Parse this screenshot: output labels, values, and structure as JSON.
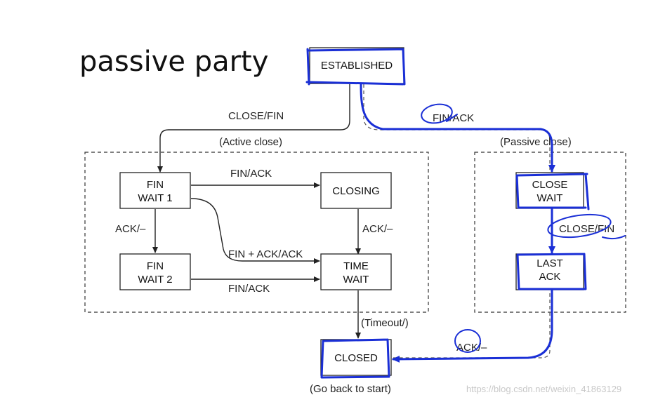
{
  "title": "passive party",
  "states": {
    "established": "ESTABLISHED",
    "fin_wait_1": [
      "FIN",
      "WAIT 1"
    ],
    "fin_wait_2": [
      "FIN",
      "WAIT 2"
    ],
    "closing": "CLOSING",
    "time_wait": [
      "TIME",
      "WAIT"
    ],
    "closed": "CLOSED",
    "close_wait": [
      "CLOSE",
      "WAIT"
    ],
    "last_ack": [
      "LAST",
      "ACK"
    ]
  },
  "labels": {
    "close_fin_active": "CLOSE/FIN",
    "active_close": "(Active close)",
    "passive_close": "(Passive close)",
    "fin_ack_passive": "FIN/ACK",
    "fin_ack_closing": "FIN/ACK",
    "ack_fw1": "ACK/–",
    "ack_closing": "ACK/–",
    "fin_ack_ack": "FIN + ACK/ACK",
    "fin_ack_fw2": "FIN/ACK",
    "timeout": "(Timeout/)",
    "close_fin_passive": "CLOSE/FIN",
    "ack_last": "ACK/–",
    "go_back": "(Go back to start)"
  },
  "watermark": "https://blog.csdn.net/weixin_41863129"
}
